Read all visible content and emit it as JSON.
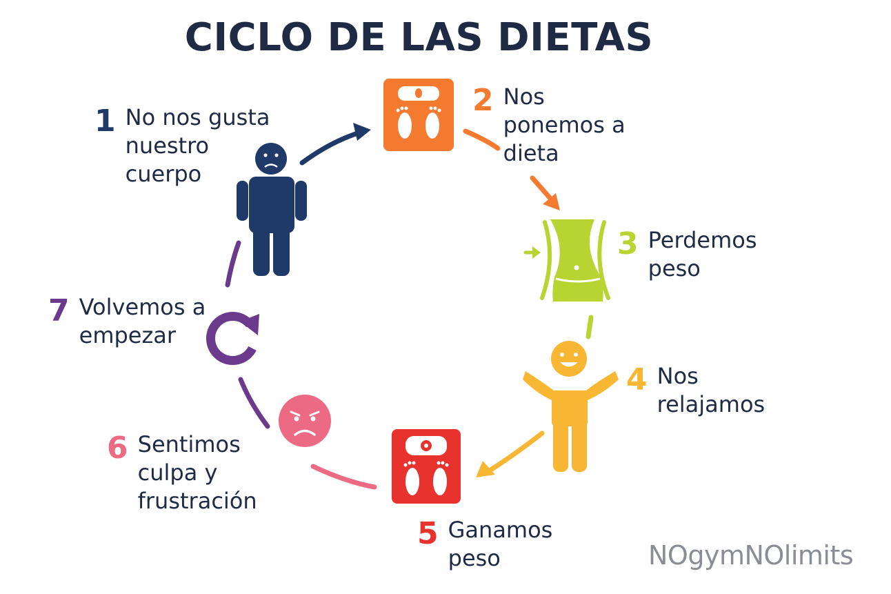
{
  "title": "CICLO DE LAS DIETAS",
  "colors": {
    "navy": "#1f3a68",
    "orange": "#f47a30",
    "lime": "#b8d432",
    "yellow": "#f7b733",
    "red": "#e8322e",
    "pink": "#ec6a84",
    "purple": "#6b3a8c",
    "text": "#1f2a44"
  },
  "steps": [
    {
      "number": "1",
      "label": "No nos gusta nuestro cuerpo",
      "color": "#1f3a68",
      "icon": "sad-person-icon"
    },
    {
      "number": "2",
      "label": "Nos ponemos a dieta",
      "color": "#f47a30",
      "icon": "scale-icon"
    },
    {
      "number": "3",
      "label": "Perdemos peso",
      "color": "#b8d432",
      "icon": "slim-waist-icon"
    },
    {
      "number": "4",
      "label": "Nos relajamos",
      "color": "#f7b733",
      "icon": "happy-person-icon"
    },
    {
      "number": "5",
      "label": "Ganamos peso",
      "color": "#e8322e",
      "icon": "scale-icon"
    },
    {
      "number": "6",
      "label": "Sentimos culpa y frustración",
      "color": "#ec6a84",
      "icon": "sad-face-icon"
    },
    {
      "number": "7",
      "label": "Volvemos a empezar",
      "color": "#6b3a8c",
      "icon": "refresh-icon"
    }
  ],
  "brand": "NOgymNOlimits"
}
